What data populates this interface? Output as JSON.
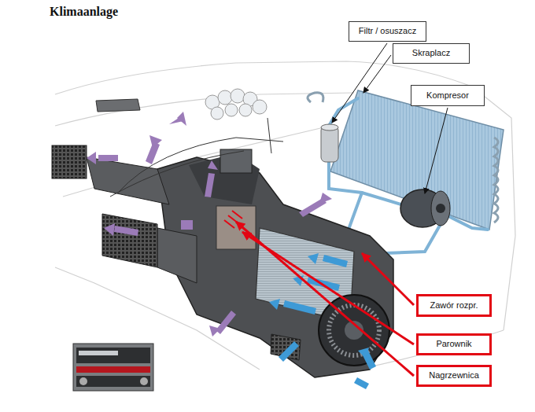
{
  "diagram": {
    "title": "Klimaanlage",
    "nodes": [
      {
        "text": [
          "Filtr / osuszacz"
        ]
      },
      {
        "text": [
          "Skraplacz"
        ]
      },
      {
        "text": [
          "Kompresor"
        ]
      },
      {
        "text": [
          "Zawór rozpr."
        ]
      },
      {
        "text": [
          "Parownik"
        ]
      },
      {
        "text": [
          "Nagrzewnica"
        ]
      }
    ]
  }
}
